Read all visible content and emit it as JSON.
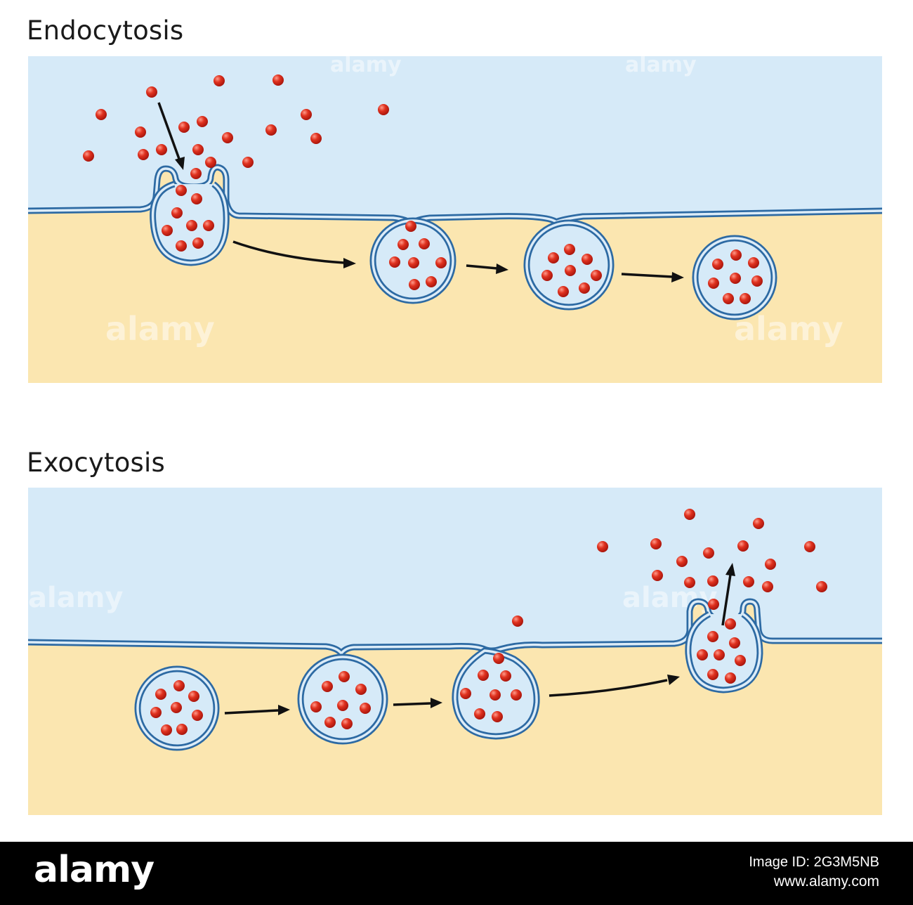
{
  "panels": [
    {
      "id": "endocytosis",
      "title": "Endocytosis"
    },
    {
      "id": "exocytosis",
      "title": "Exocytosis"
    }
  ],
  "watermark": "alamy",
  "footer": {
    "logo": "alamy",
    "image_id": "Image ID: 2G3M5NB",
    "site": "www.alamy.com"
  },
  "colors": {
    "extracellular": "#d6eaf8",
    "cytoplasm": "#fbe6b0",
    "membrane": "#2d6aa3",
    "particle": "#d62a1e",
    "arrow": "#111111",
    "footer_bg": "#000000"
  },
  "icons": [
    "particle-icon",
    "arrow-icon",
    "vesicle-icon"
  ]
}
